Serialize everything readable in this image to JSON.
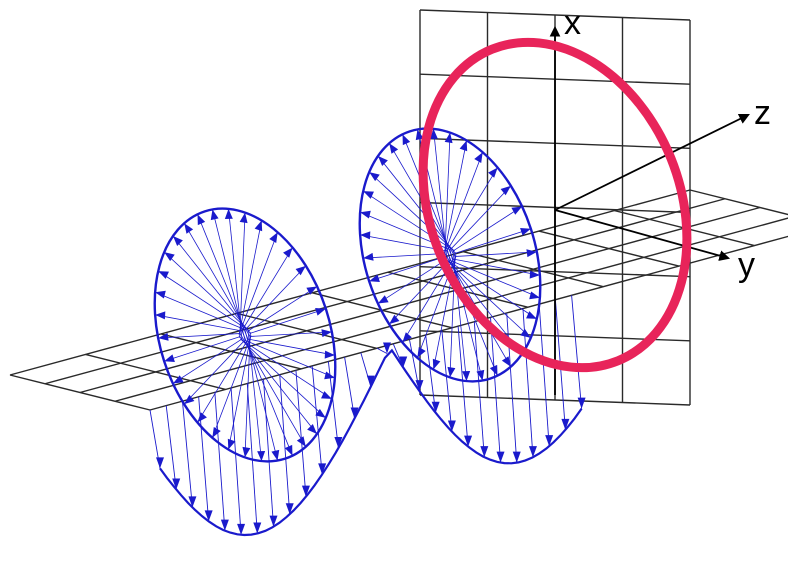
{
  "figure": {
    "axes": [
      {
        "id": "x",
        "label": "x"
      },
      {
        "id": "y",
        "label": "y"
      },
      {
        "id": "z",
        "label": "z"
      }
    ],
    "colors": {
      "background": "#ffffff",
      "grid": "#2a2a2a",
      "field": "#1a1acc",
      "highlight": "#e8245a"
    }
  }
}
